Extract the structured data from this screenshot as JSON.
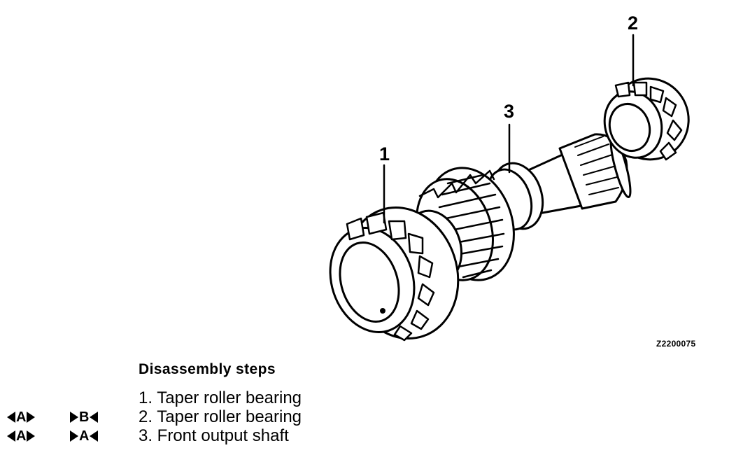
{
  "callouts": {
    "c1": "1",
    "c2": "2",
    "c3": "3"
  },
  "figure_code": "Z2200075",
  "steps": {
    "title": "Disassembly steps",
    "items": [
      {
        "text": "1. Taper roller bearing",
        "removal_mark": "",
        "install_mark": ""
      },
      {
        "text": "2. Taper roller bearing",
        "removal_mark": "A",
        "install_mark": "B"
      },
      {
        "text": "3. Front output shaft",
        "removal_mark": "A",
        "install_mark": "A"
      }
    ]
  }
}
